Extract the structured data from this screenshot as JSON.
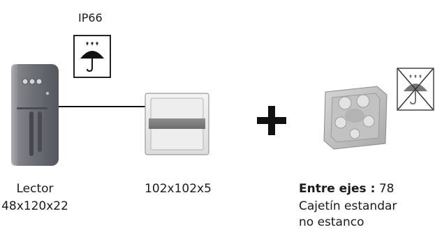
{
  "ip_rating": "IP66",
  "reader": {
    "name": "Lector",
    "dimensions": "48x120x22"
  },
  "plate": {
    "dimensions": "102x102x5"
  },
  "plus_symbol": "+",
  "box": {
    "label_bold": "Entre ejes :",
    "label_value": "78",
    "description_line1": "Cajetín estandar",
    "description_line2": "no estanco"
  },
  "icons": {
    "waterproof": "umbrella-rain-icon",
    "not_waterproof": "umbrella-crossed-icon"
  }
}
